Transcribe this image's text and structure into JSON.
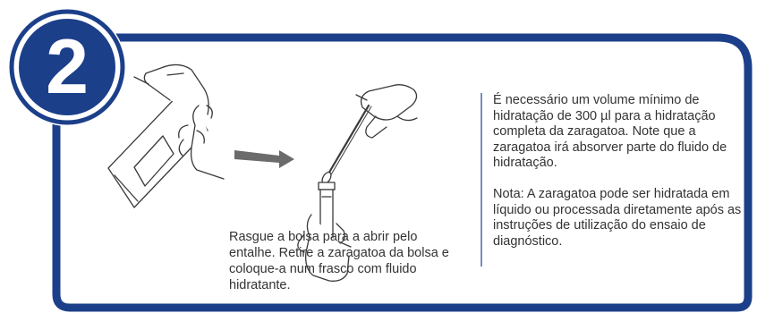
{
  "step": {
    "number": "2",
    "accent_color": "#1c3f8a",
    "badge_icon": "step-number-circle-icon"
  },
  "illustrations": {
    "left": "hand-tearing-swab-pouch-illustration",
    "arrow": "right-arrow-icon",
    "right": "swab-into-tube-illustration"
  },
  "caption": {
    "text": "Rasgue a bolsa para a abrir pelo entalhe. Retire a zaragatoa da bolsa e coloque-a num frasco com fluido hidratante."
  },
  "info": {
    "paragraph1": "É necessário um volume mínimo de hidratação de 300 µl para a hidratação completa da zaragatoa. Note que a zaragatoa irá absorver parte do fluido de hidratação.",
    "paragraph2": "Nota: A zaragatoa pode ser hidratada em líquido ou processada diretamente após as instruções de utilização do ensaio de diagnóstico."
  }
}
